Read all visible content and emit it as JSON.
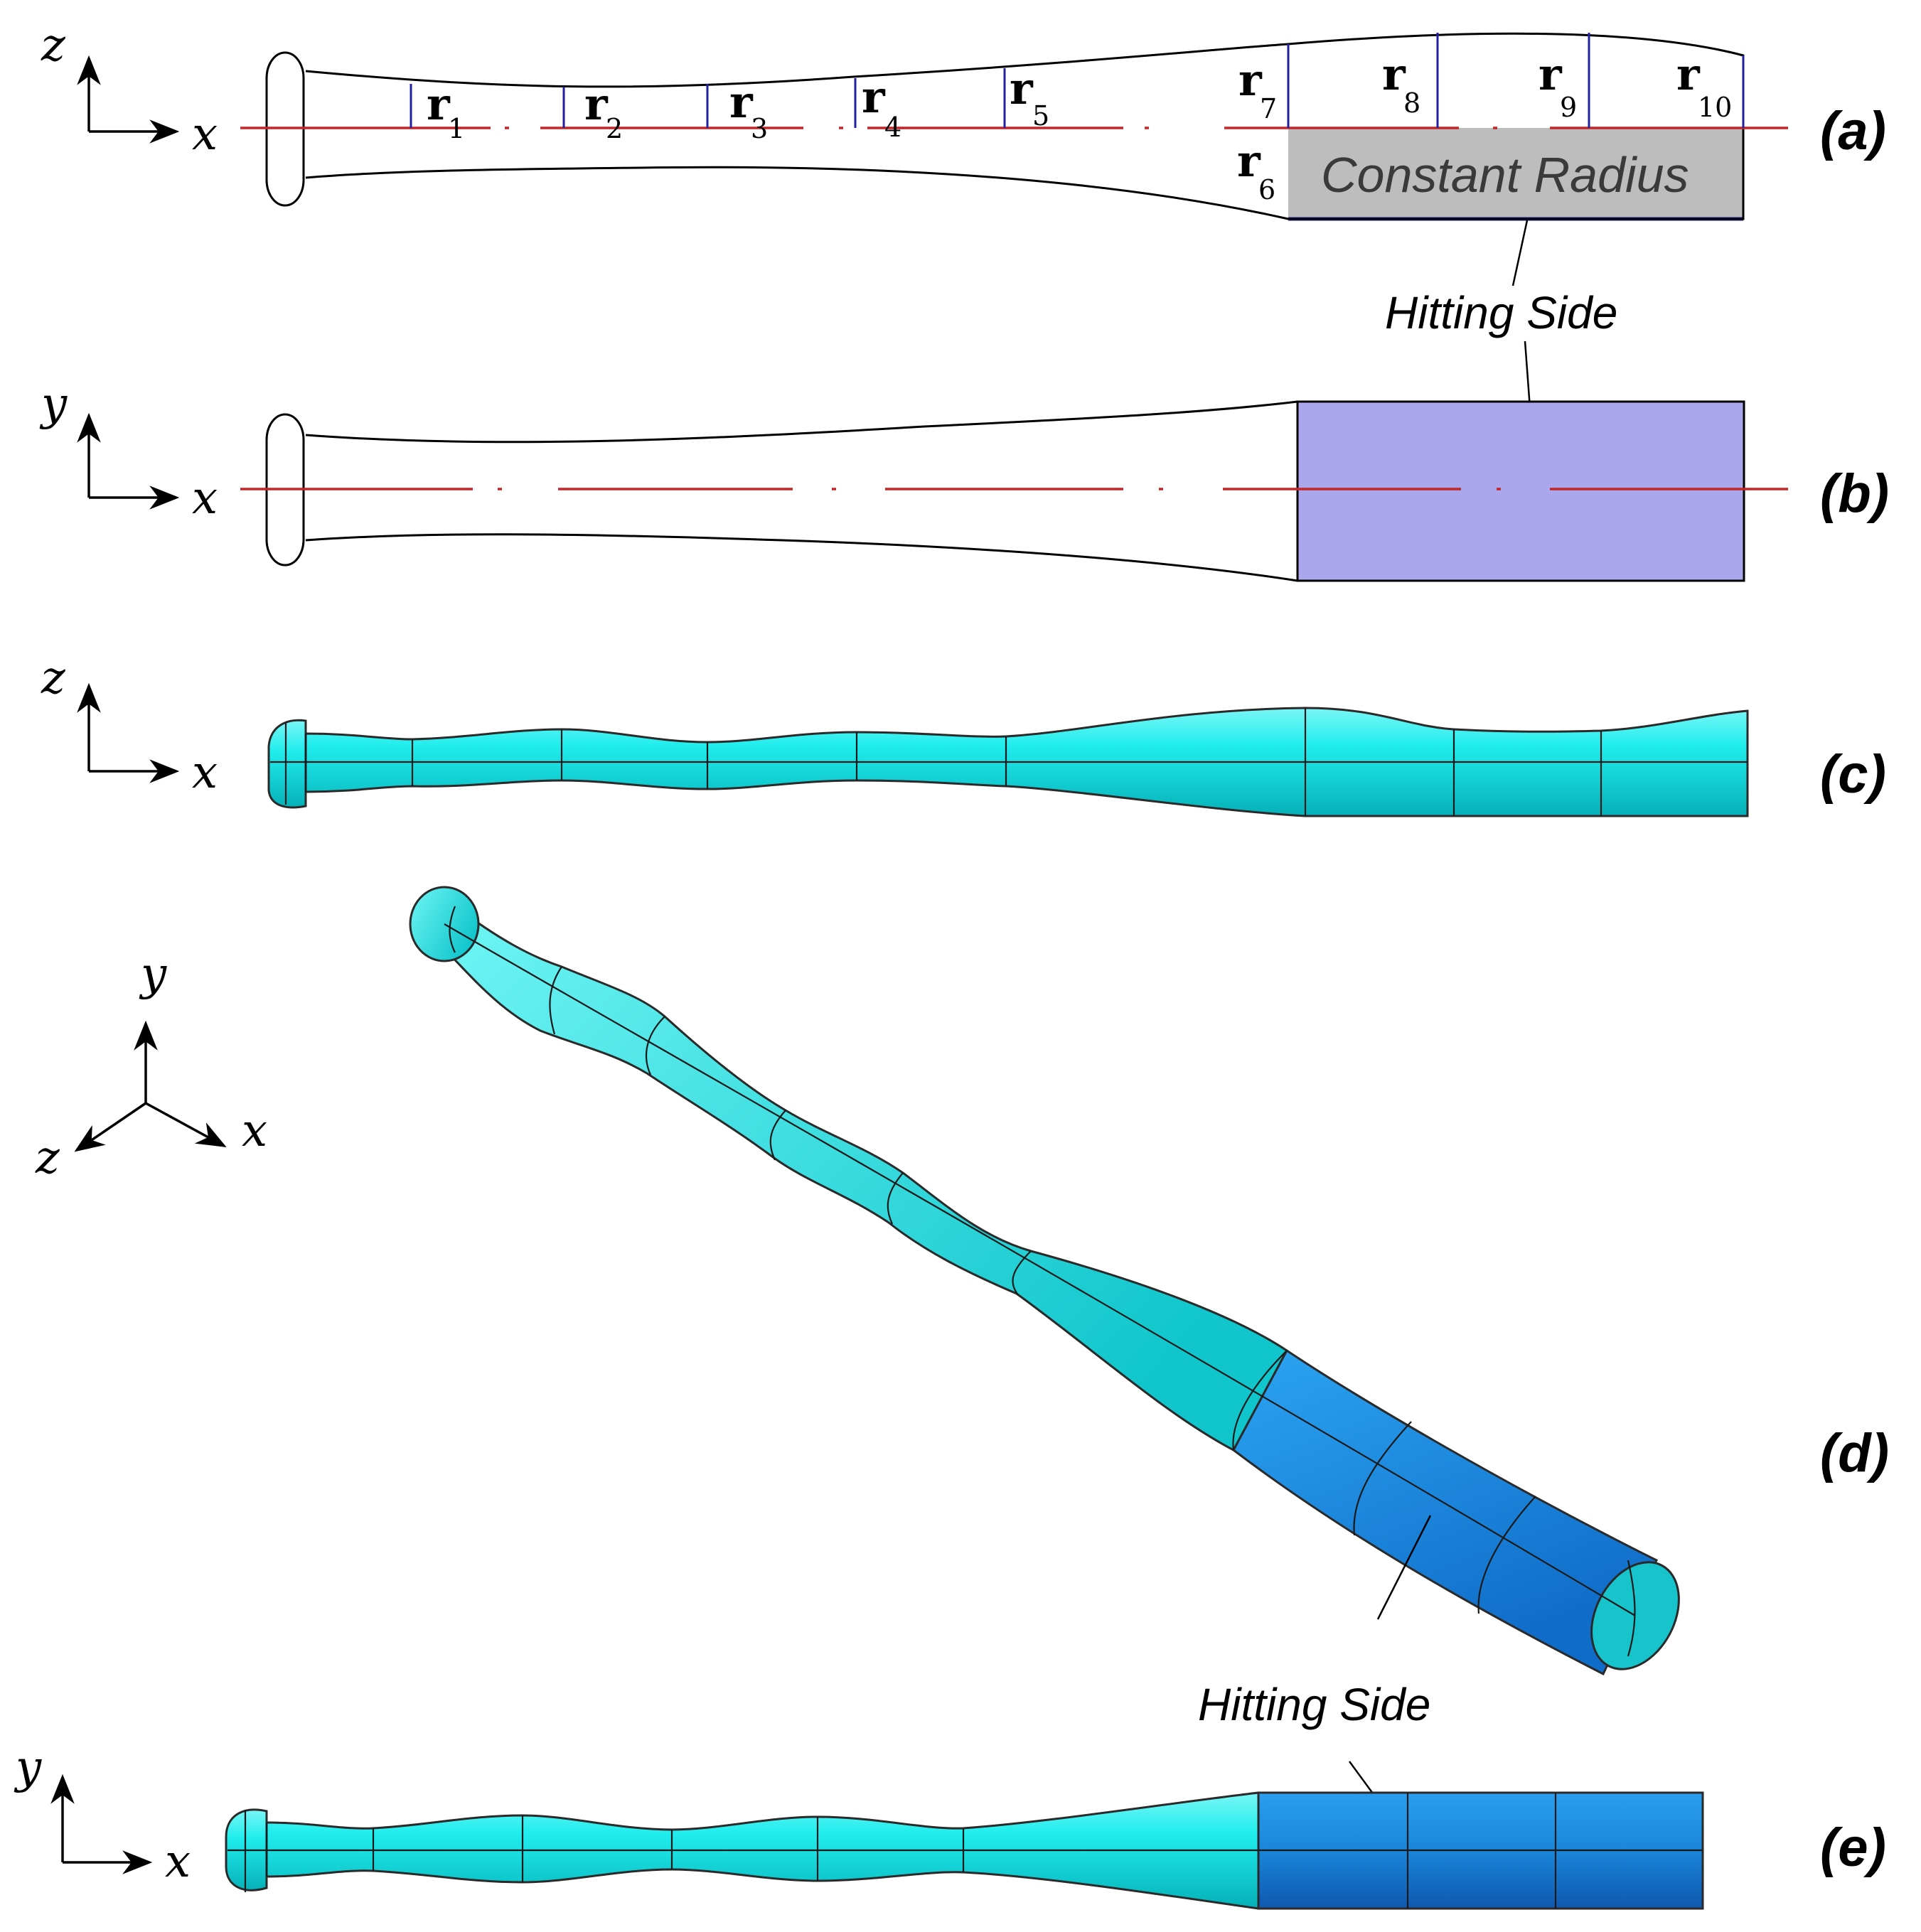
{
  "panels": {
    "a": "(a)",
    "b": "(b)",
    "c": "(c)",
    "d": "(d)",
    "e": "(e)"
  },
  "axes": {
    "a": {
      "vertical": "z",
      "horizontal": "x"
    },
    "b": {
      "vertical": "y",
      "horizontal": "x"
    },
    "c": {
      "vertical": "z",
      "horizontal": "x"
    },
    "d": {
      "vertical": "y",
      "horizontal": "x",
      "diagonal": "z"
    },
    "e": {
      "vertical": "y",
      "horizontal": "x"
    }
  },
  "radii": [
    {
      "main": "r",
      "sub": "1"
    },
    {
      "main": "r",
      "sub": "2"
    },
    {
      "main": "r",
      "sub": "3"
    },
    {
      "main": "r",
      "sub": "4"
    },
    {
      "main": "r",
      "sub": "5"
    },
    {
      "main": "r",
      "sub": "6"
    },
    {
      "main": "r",
      "sub": "7"
    },
    {
      "main": "r",
      "sub": "8"
    },
    {
      "main": "r",
      "sub": "9"
    },
    {
      "main": "r",
      "sub": "10"
    }
  ],
  "labels": {
    "constant_radius": "Constant Radius",
    "hitting_side_top": "Hitting Side",
    "hitting_side_bottom": "Hitting Side"
  },
  "colors": {
    "centerline": "#c0262a",
    "radius_marker": "#2020a0",
    "constant_region": "#bdbdbd",
    "hitting_region_2d": "#aaa7ec",
    "bat_body": "#1ee6e6",
    "hitting_region_3d": "#1a8ee0"
  }
}
